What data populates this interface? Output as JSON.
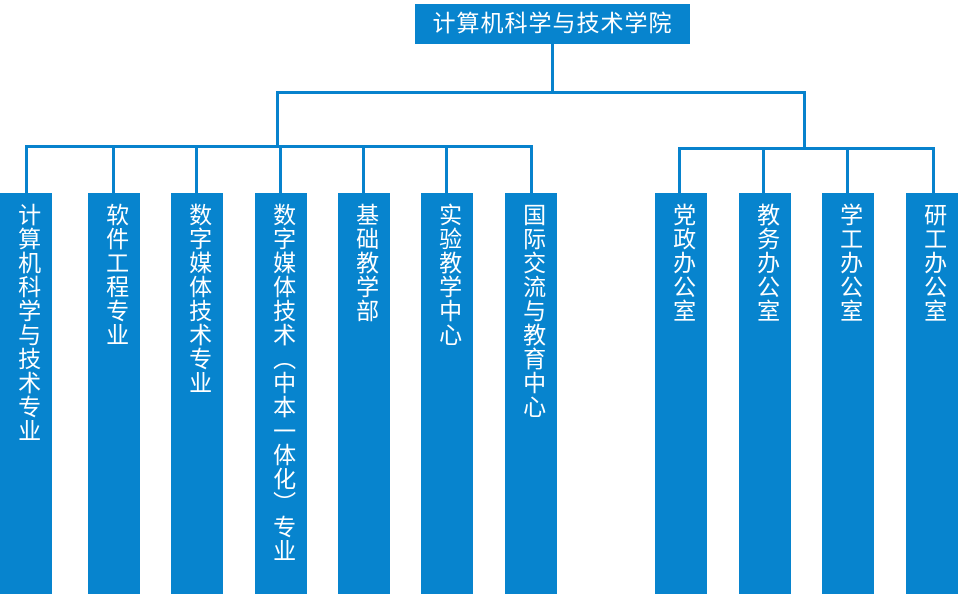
{
  "chart": {
    "title": "计算机科学与技术学院",
    "accent_color": "#0784CE",
    "line_color": "#0782CD",
    "background_color": "#FFFFFF",
    "text_color": "#FFFFFF"
  },
  "root": {
    "label": "计算机科学与技术学院"
  },
  "groups": [
    {
      "name": "academic-branch",
      "nodes": [
        {
          "label": "计算机科学与技术专业"
        },
        {
          "label": "软件工程专业"
        },
        {
          "label": "数字媒体技术专业"
        },
        {
          "label": "数字媒体技术（中本一体化）专业"
        },
        {
          "label": "基础教学部"
        },
        {
          "label": "实验教学中心"
        },
        {
          "label": "国际交流与教育中心"
        }
      ]
    },
    {
      "name": "administrative-branch",
      "nodes": [
        {
          "label": "党政办公室"
        },
        {
          "label": "教务办公室"
        },
        {
          "label": "学工办公室"
        },
        {
          "label": "研工办公室"
        }
      ]
    }
  ]
}
